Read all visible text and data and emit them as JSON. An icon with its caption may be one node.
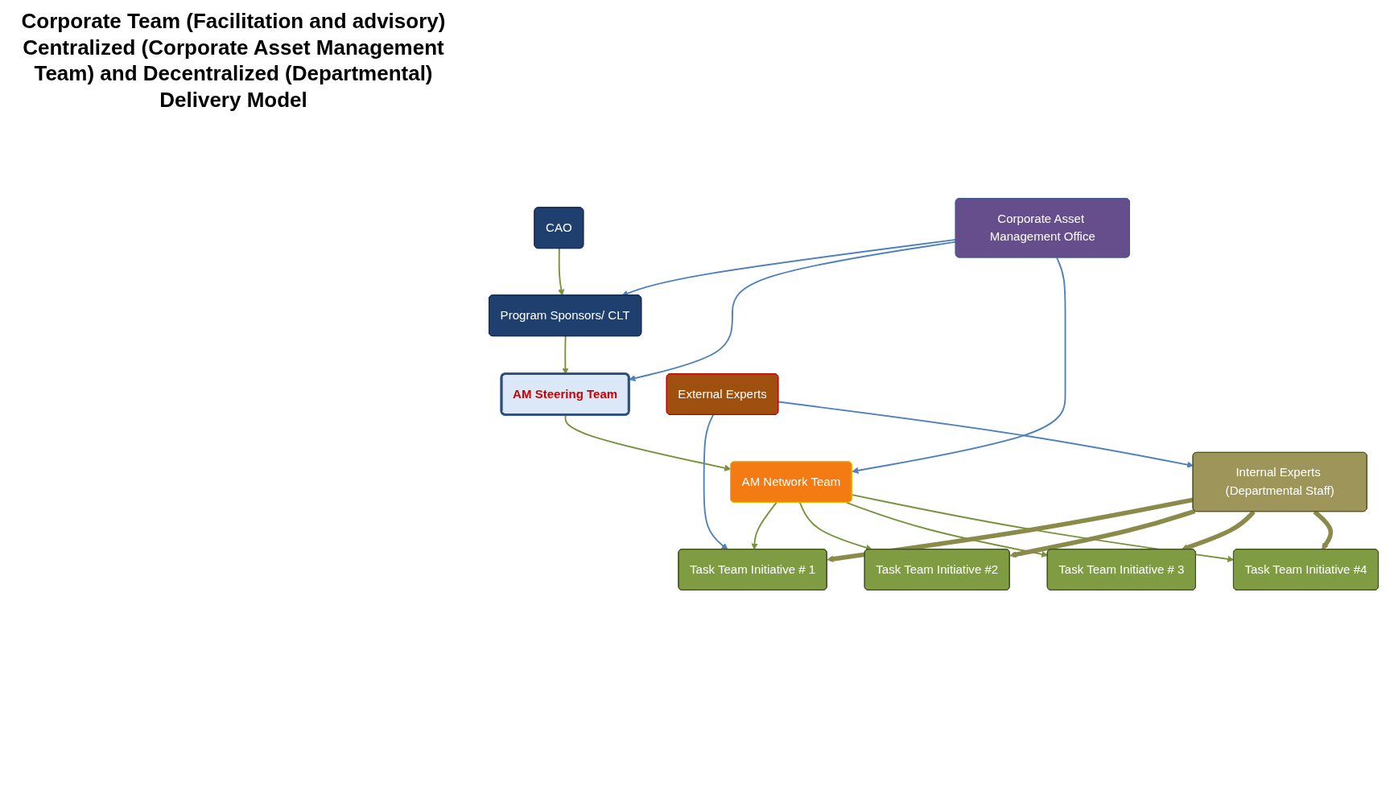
{
  "diagram": {
    "title": "Corporate Team (Facilitation and advisory) Centralized (Corporate Asset Management Team) and Decentralized (Departmental) Delivery Model",
    "nodes": [
      {
        "text": [
          "CAO"
        ]
      },
      {
        "text": [
          "Program Sponsors/ CLT"
        ]
      },
      {
        "text": [
          "Corporate Asset Management Office"
        ]
      },
      {
        "text": [
          "AM Steering Team"
        ]
      },
      {
        "text": [
          "AM Network Team"
        ]
      },
      {
        "text": [
          "External Experts"
        ]
      },
      {
        "text": [
          "Task Team Initiative # 1"
        ]
      },
      {
        "text": [
          "Task Team Initiative #2"
        ]
      },
      {
        "text": [
          "Task Team Initiative # 3"
        ]
      },
      {
        "text": [
          "Task Team Initiative #4"
        ]
      },
      {
        "text": [
          "Internal Experts (Departmental Staff)"
        ]
      }
    ],
    "edges": [
      {
        "from": 0,
        "to": 1,
        "arrow": "to"
      },
      {
        "from": 2,
        "to": 1,
        "arrow": "to",
        "color": "#4f81bd"
      },
      {
        "from": 1,
        "to": 3,
        "arrow": "to"
      },
      {
        "from": 2,
        "to": 3,
        "arrow": "to",
        "color": "#4f81bd"
      },
      {
        "from": 2,
        "to": 4,
        "arrow": "to",
        "color": "#4f81bd"
      },
      {
        "from": 3,
        "to": 4,
        "arrow": "to"
      },
      {
        "from": 4,
        "to": 6,
        "arrow": "to"
      },
      {
        "from": 4,
        "to": 7,
        "arrow": "to"
      },
      {
        "from": 4,
        "to": 8,
        "arrow": "to"
      },
      {
        "from": 4,
        "to": 9,
        "arrow": "to"
      },
      {
        "from": 5,
        "to": 6,
        "arrow": "to",
        "color": "#4f81bd"
      },
      {
        "from": 5,
        "to": 10,
        "arrow": "to",
        "color": "#4f81bd"
      },
      {
        "from": 10,
        "to": 6,
        "arrow": "to",
        "style": "thick",
        "color": "#8a8a4a"
      },
      {
        "from": 10,
        "to": 7,
        "arrow": "to",
        "style": "thick",
        "color": "#8a8a4a"
      },
      {
        "from": 10,
        "to": 8,
        "arrow": "to",
        "style": "thick",
        "color": "#8a8a4a"
      },
      {
        "from": 10,
        "to": 9,
        "arrow": "to",
        "style": "thick",
        "color": "#8a8a4a"
      }
    ]
  }
}
